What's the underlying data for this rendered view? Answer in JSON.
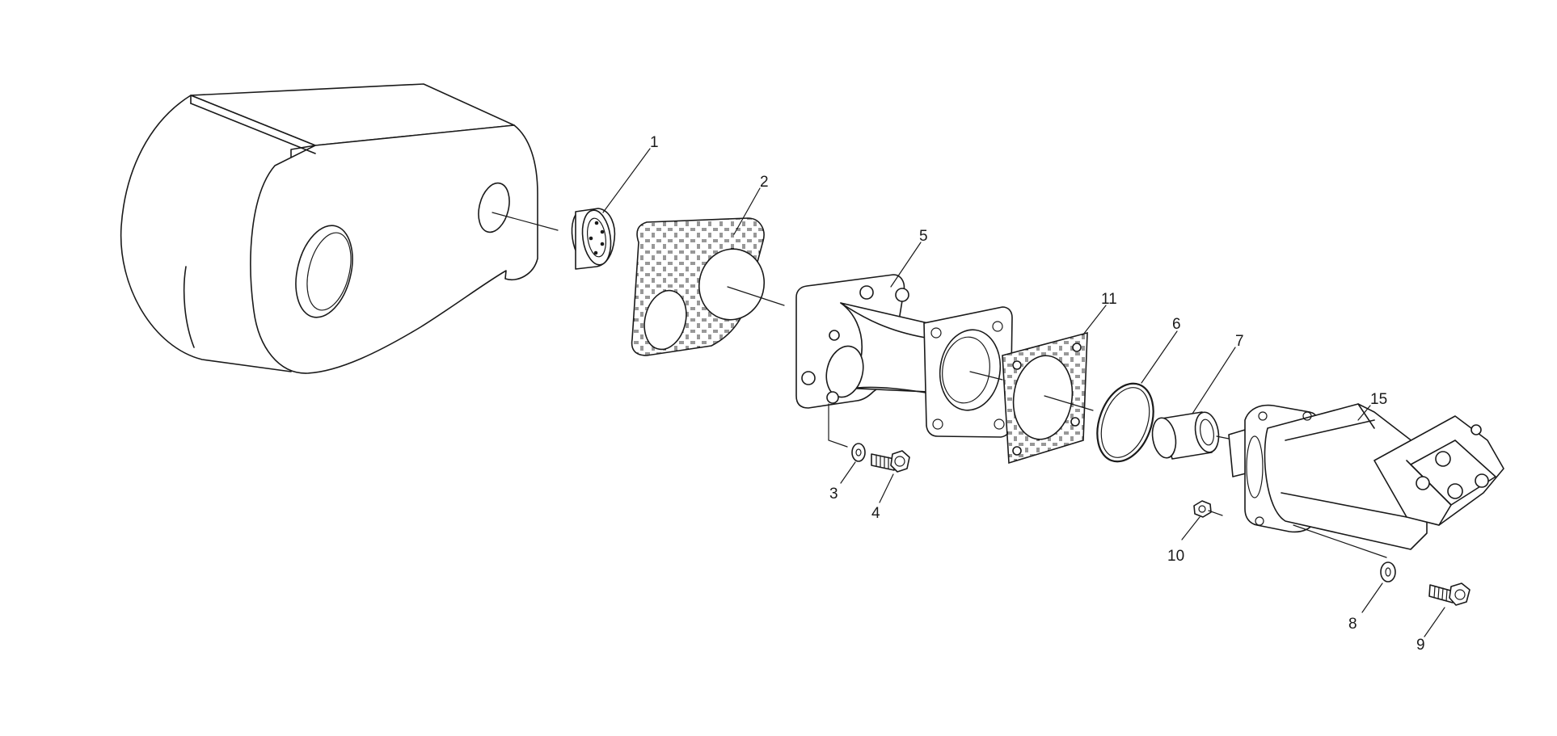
{
  "diagram": {
    "callouts": [
      {
        "id": "1",
        "label": "1"
      },
      {
        "id": "2",
        "label": "2"
      },
      {
        "id": "3",
        "label": "3"
      },
      {
        "id": "4",
        "label": "4"
      },
      {
        "id": "5",
        "label": "5"
      },
      {
        "id": "6",
        "label": "6"
      },
      {
        "id": "7",
        "label": "7"
      },
      {
        "id": "8",
        "label": "8"
      },
      {
        "id": "9",
        "label": "9"
      },
      {
        "id": "10",
        "label": "10"
      },
      {
        "id": "11",
        "label": "11"
      },
      {
        "id": "15",
        "label": "15"
      }
    ],
    "colors": {
      "line": "#1a1a1a",
      "background": "#ffffff"
    }
  }
}
